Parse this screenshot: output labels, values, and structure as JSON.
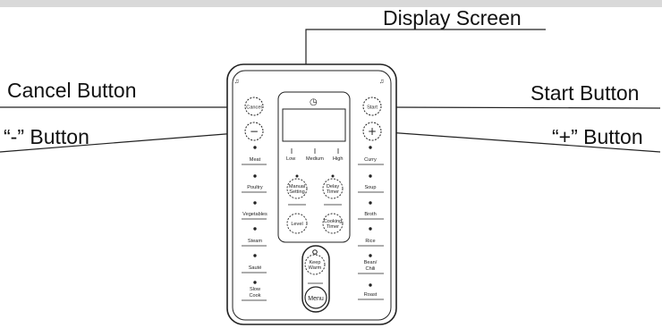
{
  "callouts": {
    "display_screen": "Display Screen",
    "cancel_button": "Cancel Button",
    "minus_button": "“-” Button",
    "start_button": "Start Button",
    "plus_button": "“+” Button"
  },
  "panel": {
    "cancel": "Cancel",
    "start": "Start",
    "minus_symbol": "−",
    "plus_symbol": "+",
    "levels": [
      "Low",
      "Medium",
      "High"
    ],
    "left_programs": [
      "Meat",
      "Poultry",
      "Vegetables",
      "Steam",
      "Sauté"
    ],
    "slow_cook": [
      "Slow",
      "Cook"
    ],
    "right_programs": [
      "Curry",
      "Soup",
      "Broth",
      "Rice"
    ],
    "bean_chili": [
      "Bean/",
      "Chili"
    ],
    "roast": "Roast",
    "manual_setting": [
      "Manual",
      "Setting"
    ],
    "delay_timer": [
      "Delay",
      "Timer"
    ],
    "level": "Level",
    "cooking_timer": [
      "Cooking",
      "Timer"
    ],
    "keep_warm": [
      "Keep",
      "Warm"
    ],
    "menu": "Menu"
  }
}
